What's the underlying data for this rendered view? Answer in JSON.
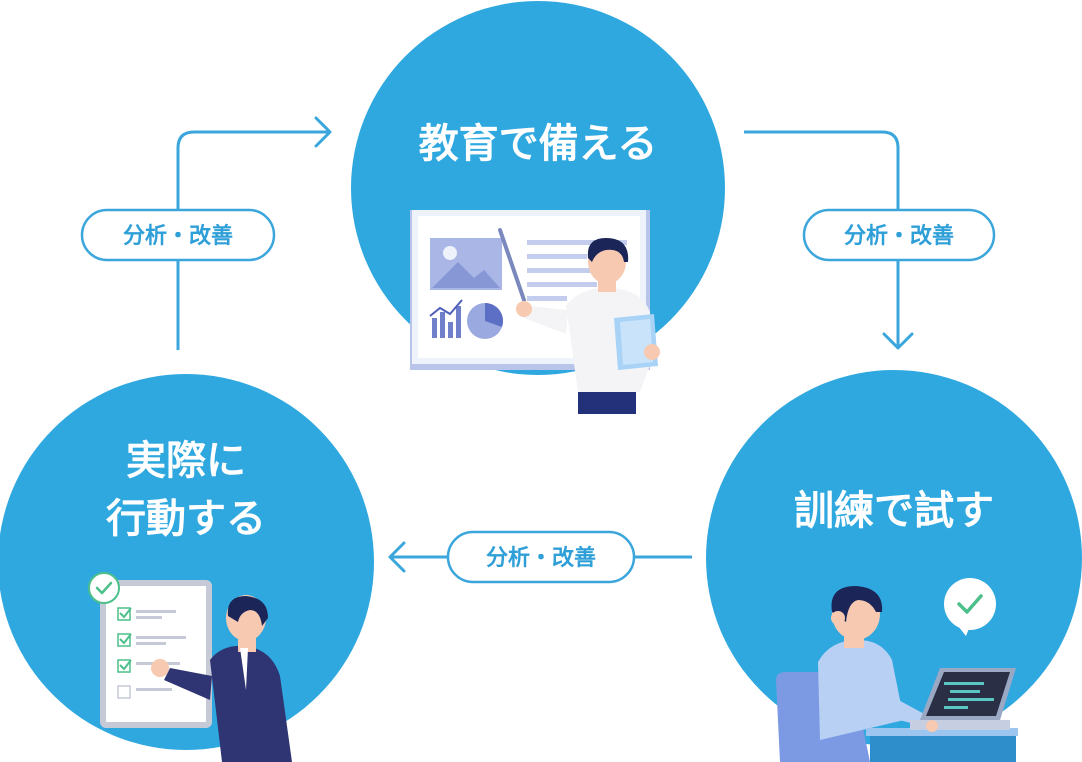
{
  "colors": {
    "primary": "#2fa8e0",
    "arrow": "#3aa6dc",
    "pill_border": "#3aa6dc",
    "pill_text": "#2f9fd8",
    "check_green": "#4cc08a",
    "white": "#ffffff"
  },
  "stages": {
    "top": {
      "title": "教育で備える",
      "illustration": "presenter-with-whiteboard-icon"
    },
    "right": {
      "title": "訓練で試す",
      "illustration": "person-at-laptop-icon"
    },
    "left": {
      "title_line1": "実際に",
      "title_line2": "行動する",
      "illustration": "businessman-with-checklist-icon"
    }
  },
  "connectors": {
    "left_to_top": {
      "label": "分析・改善"
    },
    "top_to_right": {
      "label": "分析・改善"
    },
    "right_to_left": {
      "label": "分析・改善"
    }
  }
}
